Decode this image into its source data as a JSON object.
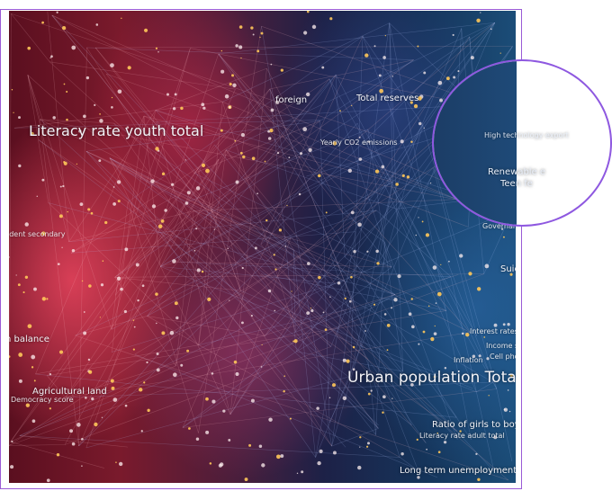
{
  "labels": {
    "literacy_youth": "Literacy rate youth total",
    "urban_population": "Urban population Total",
    "ratio_girls_boys": "Ratio of girls to boys in",
    "literacy_adult": "Literacy rate adult total",
    "long_term_unemployment": "Long term unemployment rate",
    "agricultural_land": "Agricultural land",
    "democracy": "Democracy score",
    "balance": "n balance",
    "secondary": "ident secondary",
    "renewable": "Renewable e",
    "teen": "Teen fe",
    "suicide": "Suicide",
    "income_share": "Income share o",
    "interest_rate": "Interest rates",
    "cell_phones": "Cell phones",
    "inflation": "Inflation",
    "governance": "Governance level",
    "high_tech": "High technology export",
    "yearly_co2": "Yearly CO2 emissions",
    "total_reserves": "Total reserves",
    "foreign": "foreign"
  },
  "colors": {
    "frame": "#9a5ad6",
    "circle": "#8e58e0"
  }
}
